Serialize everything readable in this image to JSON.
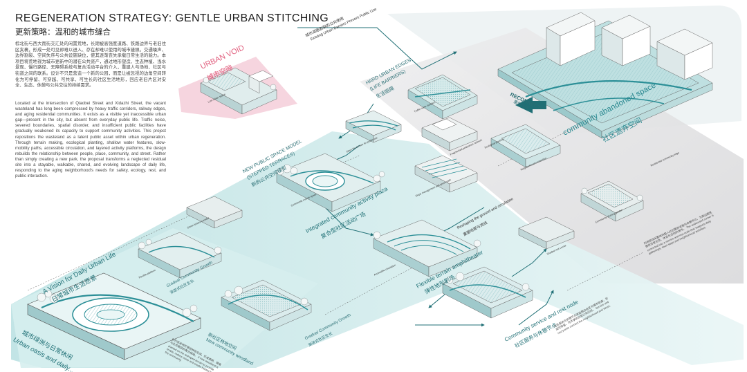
{
  "header": {
    "title": "REGENERATION STRATEGY: GENTLE URBAN STITCHING",
    "subtitle": "更新策略：温和的城市缝合"
  },
  "intro": {
    "cn": "棕北街与西大而街交汇处的闲置荒地，长期被高强度道路、铁路边界与老旧住区夹裹，形成一处可见却难以进入、存在却难以使用的城市缝隙。交通噪声、边界割裂、空间失序与公共设施缺位，使其逐渐丧失承载日常生活的能力。本项目将荒地视为城市更新中的潜在公共资产，通过地形塑造、生态种植、浅水景观、慢行路径、无障碍系统与复合活动平台的介入，重建人与场地、社区与街道之间的联系。设计不只是营造一个新的公园，而是让被忽视的边角空间转化为可停留、可穿越、可共享、可生长的社区生活地形，回应老旧片区对安全、生态、休憩与公共交往的持续需求。",
    "en": "Located at the intersection of Qiaobei Street and Xidazhi Street, the vacant wasteland has long been compressed by heavy traffic corridors, railway edges, and aging residential communities. It exists as a visible yet inaccessible urban gap—present in the city, but absent from everyday public life. Traffic noise, severed boundaries, spatial disorder, and insufficient public facilities have gradually weakened its capacity to support community activities. This project repositions the wasteland as a latent public asset within urban regeneration. Through terrain making, ecological planting, shallow water features, slow-mobility paths, accessible circulation, and layered activity platforms, the design rebuilds the relationship between people, place, community, and street. Rather than simply creating a new park, the proposal transforms a neglected residual site into a stayable, walkable, shared, and evolving landscape of daily life, responding to the aging neighborhood's needs for safety, ecology, rest, and public interaction."
  },
  "labels": {
    "urban_void_en": "URBAN VOID",
    "urban_void_cn": "城市空隙",
    "existing_barriers_cn": "城市道路割裂的公共使用",
    "existing_barriers_en": "Existing Urban Barriers Prevent Public Use",
    "hard_edges_en": "HARD URBAN EDGES",
    "hard_edges_en2": "(LIFE BARRIERS)",
    "hard_edges_cn": "生活阻隔",
    "reconnect_en": "RECONNECT",
    "reconnect_cn": "重新连接",
    "community_space_en": "community abandoned space",
    "community_space_cn": "社区遗弃空间",
    "public_model_en": "NEW PUBLIC SPACE MODEL",
    "public_model_en2": "(STEPPED TERRACES)",
    "public_model_cn": "新的公共空间模型",
    "plaza_en": "Integrated community activity plaza",
    "plaza_cn": "复合型社区活动广场",
    "reshaping_en": "Reshaping the ground and circulation",
    "reshaping_cn": "重塑地面与流线",
    "amphitheater_en": "Flexible terrain amphitheater",
    "amphitheater_cn": "弹性地形剧场",
    "vision_en": "A Vision for Daily Urban Life",
    "vision_cn": "日常城市生活愿景",
    "growth1_en": "Gradual Community Growth",
    "growth1_cn": "渐进式社区生长",
    "growth2_en": "Gradual Community Growth",
    "growth2_cn": "渐进式社区生长",
    "woodland_en": "New community woodland",
    "woodland_cn": "新社区林地空间",
    "service_en": "Community service and rest node",
    "service_cn": "社区服务与休憩节点",
    "oasis_en": "Urban oasis and daily...",
    "oasis_cn": "城市绿洲与日常休闲"
  },
  "small_labels": [
    "Lost urban space",
    "Traffic noise isolation",
    "Fragmented pedestrian network",
    "Open the terrace for public use",
    "Ecological planting",
    "Slope management and green path",
    "Neighborhood connection",
    "Shaded rest corner",
    "Community sharing garden",
    "Green leisure corridor",
    "Flexible platform",
    "Accessible circulation",
    "Residential community edge",
    "Community events space"
  ],
  "notes": {
    "right": "利用现状闲置地块植入社区服务设施与休憩节点，为周边居民提供日常交流、休息与活动的场所。 The underused corner is converted into a service and rest node that supports daily gatherings, short stays and neighborhood activities.",
    "bottom_mid": "依托现状地形营造林地空间，形成遮阴、降噪与生态栖息的复合绿地。 A new woodland is planted on the reshaped terrain to provide shade, reduce noise and create habitat for the community.",
    "bottom_right": "社区服务与休憩节点连接周边住区与城市街道，形成可停留、可共享的日常公共空间。 Service and rest points connect the neighborhood and street."
  },
  "colors": {
    "teal": "#2c8f97",
    "teal_light": "#cfe9ea",
    "grey_band": "#e6e6e7",
    "pink_band": "#f6d5df",
    "void_text": "#e05a7a",
    "line": "#1f6f75"
  }
}
